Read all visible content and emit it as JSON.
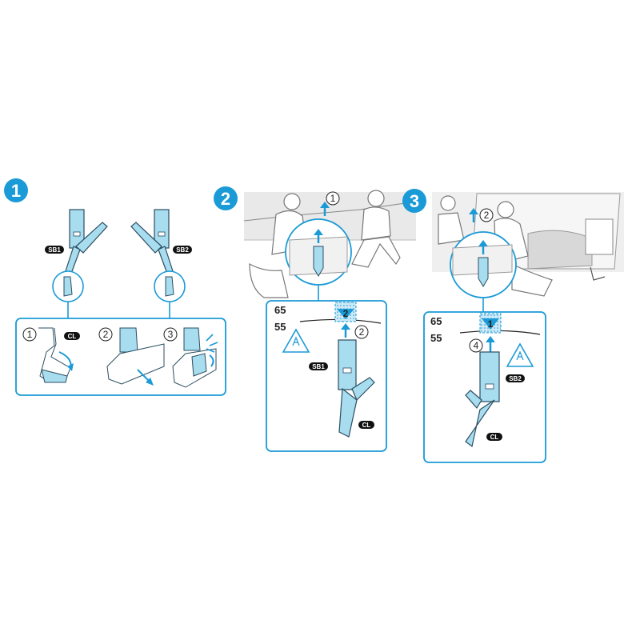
{
  "colors": {
    "accent": "#1a9ad6",
    "part_fill": "#a8dcef",
    "part_stroke": "#2b4e60",
    "line": "#222222",
    "sketch": "#9a9a9a"
  },
  "steps": [
    {
      "number": "1",
      "icon": "step-badge-icon"
    },
    {
      "number": "2",
      "icon": "step-badge-icon"
    },
    {
      "number": "3",
      "icon": "step-badge-icon"
    }
  ],
  "step1": {
    "tag_left": "SB1",
    "tag_right": "SB2",
    "substeps": [
      {
        "num": "1",
        "tag": "CL"
      },
      {
        "num": "2"
      },
      {
        "num": "3"
      }
    ]
  },
  "step2": {
    "top_num": "1",
    "size_a": "65",
    "size_b": "55",
    "inset_num": "2",
    "box_num": "2",
    "tag_stand": "SB1",
    "tag_clip": "CL"
  },
  "step3": {
    "top_num": "2",
    "size_a": "65",
    "size_b": "55",
    "inset_num": "4",
    "box_num": "1",
    "tag_stand": "SB2",
    "tag_clip": "CL"
  }
}
